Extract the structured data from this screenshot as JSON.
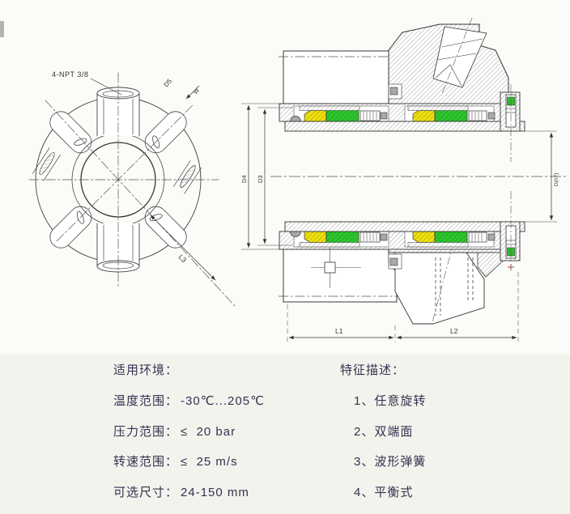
{
  "drawing": {
    "labels": {
      "port": "4-NPT 3/8",
      "d5": "D5",
      "w": "W",
      "l3": "L3",
      "d4": "D4",
      "d3": "D3",
      "dh7": "D(h7)",
      "l1": "L1",
      "l2": "L2"
    },
    "colors": {
      "seal_face_yellow": "#efdf0e",
      "seal_face_green": "#2dc52d",
      "outline": "#333333",
      "oring_gray": "#a9a9a9"
    }
  },
  "specs": {
    "title": "适用环境：",
    "rows": [
      {
        "label": "温度范围：",
        "value": "-30℃...205℃"
      },
      {
        "label": "压力范围：",
        "value": "≤  20 bar"
      },
      {
        "label": "转速范围：",
        "value": "≤  25 m/s"
      },
      {
        "label": "可选尺寸：",
        "value": "24-150 mm"
      }
    ]
  },
  "features": {
    "title": "特征描述：",
    "items": [
      "1、任意旋转",
      "2、双端面",
      "3、波形弹簧",
      "4、平衡式"
    ]
  }
}
